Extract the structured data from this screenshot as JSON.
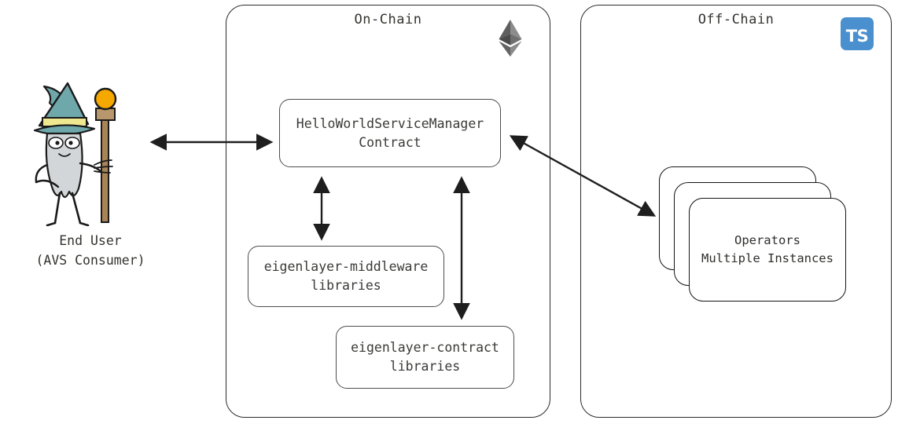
{
  "diagram": {
    "panels": [
      {
        "id": "on-chain",
        "title": "On-Chain",
        "badge_icon": "ethereum-logo-icon"
      },
      {
        "id": "off-chain",
        "title": "Off-Chain",
        "badge_icon": "typescript-logo-icon",
        "badge_text": "TS"
      }
    ],
    "nodes": [
      {
        "id": "service-manager",
        "label": "HelloWorldServiceManager\nContract"
      },
      {
        "id": "middleware",
        "label": "eigenlayer-middleware\nlibraries"
      },
      {
        "id": "contract-libs",
        "label": "eigenlayer-contract\nlibraries"
      },
      {
        "id": "operators",
        "label": "Operators\nMultiple Instances",
        "stack_count": 3
      }
    ],
    "actor": {
      "icon": "wizard-character-icon",
      "label": "End User\n(AVS Consumer)"
    },
    "connections": [
      {
        "from": "end-user",
        "to": "service-manager",
        "direction": "bidirectional",
        "orientation": "horizontal"
      },
      {
        "from": "service-manager",
        "to": "middleware",
        "direction": "bidirectional",
        "orientation": "vertical"
      },
      {
        "from": "service-manager",
        "to": "contract-libs",
        "direction": "bidirectional",
        "orientation": "vertical"
      },
      {
        "from": "service-manager",
        "to": "operators",
        "direction": "bidirectional",
        "orientation": "diagonal"
      }
    ],
    "colors": {
      "panel_border": "#2b2b2b",
      "node_border": "#4d4d4d",
      "arrow": "#1e1e1e",
      "text": "#33332f",
      "typescript_blue": "#4a90cf",
      "wizard_hat": "#6fa8ab",
      "wizard_hat_band": "#efe88f",
      "wizard_body": "#d3d6d8",
      "staff_wood": "#a98457",
      "staff_orb": "#f5a800"
    }
  }
}
